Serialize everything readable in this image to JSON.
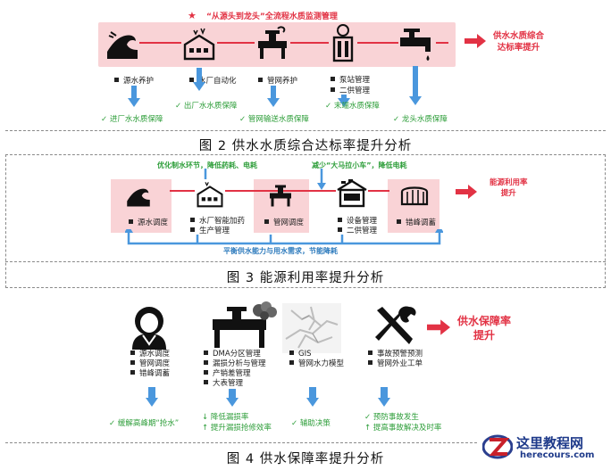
{
  "fig2": {
    "title": "“从源头到龙头”全流程水质监测管理",
    "items": [
      {
        "lines": [
          "源水养护"
        ]
      },
      {
        "lines": [
          "水厂自动化"
        ]
      },
      {
        "lines": [
          "管网养护"
        ]
      },
      {
        "lines": [
          "泵站管理",
          "二供管理"
        ]
      }
    ],
    "results": [
      "进厂水水质保障",
      "出厂水水质保障",
      "管网输送水质保障",
      "末端水质保障",
      "龙头水质保障"
    ],
    "goal": [
      "供水水质综合",
      "达标率提升"
    ],
    "caption": "图 2  供水水质综合达标率提升分析"
  },
  "fig3": {
    "top_left": "优化制水环节，降低药耗、电耗",
    "top_right": "减少“大马拉小车”，降低电耗",
    "items": [
      {
        "lines": [
          "源水调度"
        ]
      },
      {
        "lines": [
          "水厂智能加药",
          "生产管理"
        ]
      },
      {
        "lines": [
          "管网调度"
        ]
      },
      {
        "lines": [
          "设备管理",
          "二供管理"
        ]
      },
      {
        "lines": [
          "错峰调蓄"
        ]
      }
    ],
    "bottom": "平衡供水能力与用水需求，节能降耗",
    "goal": [
      "能源利用率",
      "提升"
    ],
    "caption": "图  3       能源利用率提升分析"
  },
  "fig4": {
    "items": [
      {
        "lines": [
          "源水调度",
          "管网调度",
          "错峰调蓄"
        ]
      },
      {
        "lines": [
          "DMA分区管理",
          "漏损分析与管理",
          "产销差管理",
          "大表管理"
        ]
      },
      {
        "lines": [
          "GIS",
          "管网水力模型"
        ]
      },
      {
        "lines": [
          "事故预警预测",
          "管网外业工单"
        ]
      }
    ],
    "results": [
      {
        "lines": [
          {
            "mark": "✓",
            "text": "缓解高峰期“抢水”"
          }
        ]
      },
      {
        "lines": [
          {
            "mark": "↓",
            "text": "降低漏损率"
          },
          {
            "mark": "↑",
            "text": "提升漏损抢修效率"
          }
        ]
      },
      {
        "lines": [
          {
            "mark": "✓",
            "text": "辅助决策"
          }
        ]
      },
      {
        "lines": [
          {
            "mark": "✓",
            "text": "预防事故发生"
          },
          {
            "mark": "↑",
            "text": "提高事故解决及时率"
          }
        ]
      }
    ],
    "goal": [
      "供水保障率",
      "提升"
    ],
    "caption": "图  4       供水保障率提升分析"
  },
  "watermark": {
    "title": "这里教程网",
    "url": "herecours.com"
  },
  "colors": {
    "red": "#e23244",
    "blue": "#4a97dd",
    "green": "#2e9e3a",
    "pink": "#f9d3d6"
  }
}
